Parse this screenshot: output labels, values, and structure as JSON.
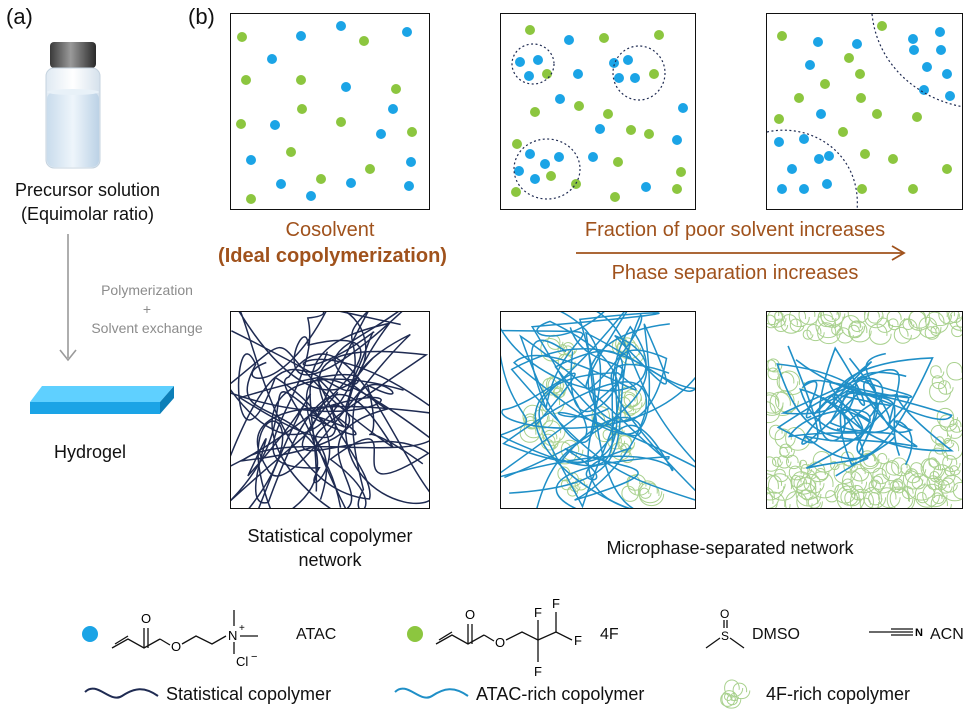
{
  "panels": {
    "a": "(a)",
    "b": "(b)"
  },
  "left": {
    "precursor_line1": "Precursor solution",
    "precursor_line2": "(Equimolar ratio)",
    "process_line1": "Polymerization",
    "process_plus": "+",
    "process_line2": "Solvent exchange",
    "hydrogel": "Hydrogel"
  },
  "top": {
    "cosolvent": "Cosolvent",
    "ideal": "(Ideal copolymerization)",
    "arrow_line1": "Fraction of poor solvent increases",
    "arrow_line2": "Phase separation increases"
  },
  "bottom": {
    "statistical_line1": "Statistical copolymer",
    "statistical_line2": "network",
    "microphase": "Microphase-separated network"
  },
  "legend": {
    "atac": "ATAC",
    "fourf": "4F",
    "dmso": "DMSO",
    "acn": "ACN",
    "statistical": "Statistical copolymer",
    "atac_rich": "ATAC-rich copolymer",
    "fourf_rich": "4F-rich copolymer",
    "chem_n": "N",
    "chem_plus": "+",
    "chem_cl": "Cl",
    "chem_minus": "−",
    "chem_o": "O",
    "chem_f": "F",
    "chem_s": "S"
  },
  "colors": {
    "atac_blue": "#1ba4e6",
    "fourf_green": "#8cc63f",
    "statistical_navy": "#1f2b52",
    "atac_rich_blue": "#1f8fc7",
    "fourf_rich_green": "#a9d18e",
    "arrow_brown": "#a0521c"
  },
  "icons": [
    "vial-icon",
    "hydrogel-slab-icon",
    "arrow-down-icon",
    "arrow-right-icon"
  ]
}
